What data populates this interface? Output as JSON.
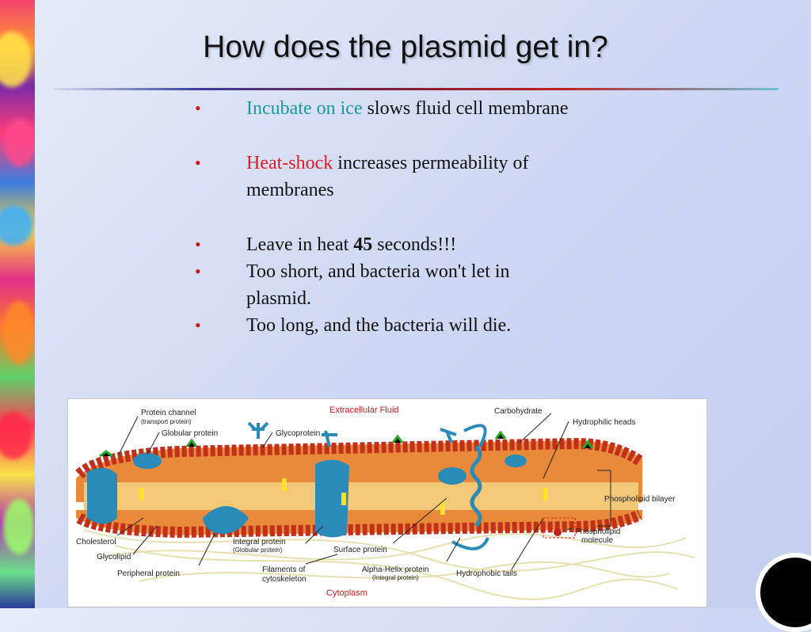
{
  "slide": {
    "title": "How does the plasmid get in?",
    "bullets": [
      {
        "highlight": "Incubate on ice",
        "rest": " slows fluid cell membrane"
      },
      {
        "highlight": "Heat-shock",
        "rest": " increases permeability of membranes"
      },
      {
        "pre": "Leave in heat ",
        "bold": "45",
        "post": " seconds!!!"
      },
      {
        "text": "Too short, and bacteria won't let in plasmid."
      },
      {
        "text": "Too long, and the bacteria will die."
      }
    ],
    "colors": {
      "teal": "#1a9a9a",
      "red": "#e01a2a",
      "bullet": "#c81a1a"
    }
  },
  "diagram": {
    "top_label": "Extracellular Fluid",
    "bottom_label": "Cytoplasm",
    "labels": {
      "protein_channel": "Protein channel",
      "protein_channel_sub": "(transport protein)",
      "globular_protein": "Globular protein",
      "glycoprotein": "Glycoprotein",
      "carbohydrate": "Carbohydrate",
      "hydrophilic_heads": "Hydrophilic heads",
      "phospholipid_bilayer": "Phospholipid bilayer",
      "phospholipid_molecule_1": "Phospholipid",
      "phospholipid_molecule_2": "molecule",
      "cholesterol": "Cholesterol",
      "glycolipid": "Glycolipid",
      "peripheral_protein": "Peripheral protein",
      "integral_protein": "Integral protein",
      "integral_protein_sub": "(Globular protein)",
      "surface_protein": "Surface protein",
      "filaments_1": "Filaments of",
      "filaments_2": "cytoskeleton",
      "alpha_helix": "Alpha-Helix protein",
      "alpha_helix_sub": "(Integral protein)",
      "hydrophobic_tails": "Hydrophobic tails"
    }
  }
}
